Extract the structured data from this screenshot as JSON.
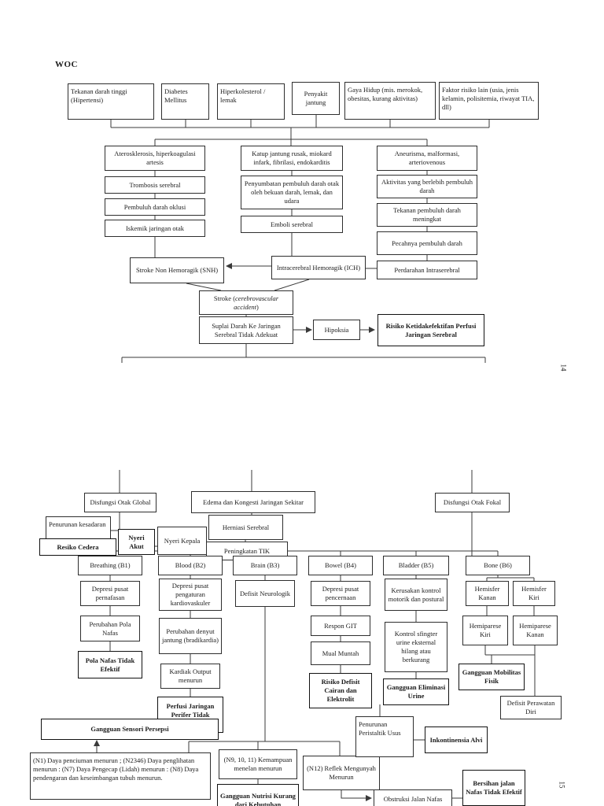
{
  "page1": {
    "title": "WOC",
    "page_number": "14",
    "boxes": {
      "hipertensi": "Tekanan darah tinggi (Hipertensi)",
      "diabetes": "Diabetes Mellitus",
      "hiperkolesterol": "Hiperkolesterol / lemak",
      "penyakit_jantung": "Penyakit jantung",
      "gaya_hidup": "Gaya Hidup (mis. merokok, obesitas, kurang aktivitas)",
      "faktor_risiko": "Faktor risiko lain (usia, jenis kelamin, polisitemia, riwayat TIA, dll)",
      "aterosklerosis": "Aterosklerosis, hiperkoagulasi artesis",
      "trombosis": "Trombosis serebral",
      "oklusi": "Pembuluh darah oklusi",
      "iskemik": "Iskemik jaringan otak",
      "katup": "Katup jantung rusak, miokard infark, fibrilasi, endokarditis",
      "penyumbatan": "Penyumbatan pembuluh darah otak oleh bekuan darah, lemak, dan udara",
      "emboli": "Emboli serebral",
      "aneurisma": "Aneurisma, malformasi, arteriovenous",
      "aktivitas": "Aktivitas yang berlebih pembuluh darah",
      "tekanan_meningkat": "Tekanan pembuluh darah meningkat",
      "pecahnya": "Pecahnya pembuluh darah",
      "perdarahan": "Perdarahan Intraserebral",
      "snh": "Stroke Non Hemoragik (SNH)",
      "ich": "Intracerebral Hemoragik (ICH)",
      "stroke_prefix": "Stroke (",
      "stroke_italic": "cerebrovascular accident",
      "stroke_suffix": ")",
      "suplai": "Suplai Darah Ke Jaringan Serebral Tidak Adekuat",
      "hipoksia": "Hipoksia",
      "risiko_perfusi": "Risiko Ketidakefektifan Perfusi Jaringan Serebral"
    }
  },
  "page2": {
    "page_number": "15",
    "boxes": {
      "disfungsi_global": "Disfungsi Otak Global",
      "edema": "Edema dan Kongesti Jaringan Sekitar",
      "disfungsi_fokal": "Disfungsi Otak Fokal",
      "penurunan_kesadaran": "Penurunan kesadaran",
      "resiko_cedera": "Resiko Cedera",
      "nyeri_akut": "Nyeri Akut",
      "nyeri_kepala": "Nyeri Kepala",
      "herniasi": "Herniasi Serebral",
      "peningkatan_tik": "Peningkatan TIK",
      "b1": "Breathing (B1)",
      "b2": "Blood (B2)",
      "b3": "Brain (B3)",
      "b4": "Bowel (B4)",
      "b5": "Bladder (B5)",
      "b6": "Bone (B6)",
      "depresi_pernafasan": "Depresi pusat pernafasan",
      "perubahan_pola_nafas": "Perubahan Pola Nafas",
      "pola_nafas_tidak_efektif": "Pola Nafas Tidak Efektif",
      "depresi_kardio": "Depresi pusat pengaturan kardiovaskuler",
      "perubahan_denyut": "Perubahan denyut jantung (bradikardia)",
      "kardiak_output": "Kardiak Output menurun",
      "perfusi_perifer": "Perfusi Jaringan Perifer Tidak Efektif",
      "defisit_neurologik": "Defisit Neurologik",
      "depresi_pencernaan": "Depresi pusat pencernaan",
      "respon_git": "Respon GIT",
      "mual_muntah": "Mual Muntah",
      "risiko_defisit_cairan": "Risiko Defisit Cairan dan Elektrolit",
      "kerusakan_kontrol": "Kerusakan kontrol motorik dan postural",
      "kontrol_sfingter": "Kontrol sfingter urine eksternal hilang atau berkurang",
      "gangguan_eliminasi": "Gangguan Eliminasi Urine",
      "hemisfer_kanan": "Hemisfer Kanan",
      "hemisfer_kiri": "Hemisfer Kiri",
      "hemiparese_kiri": "Hemiparese Kiri",
      "hemiparese_kanan": "Hemiparese Kanan",
      "gangguan_mobilitas": "Gangguan Mobilitas Fisik",
      "defisit_perawatan": "Defisit Perawatan Diri",
      "gangguan_sensori": "Gangguan Sensori Persepsi",
      "n1": "(N1) Daya penciuman menurun ; (N2346) Daya penglihatan menurun : (N7) Daya Pengecap (Lidah) menurun : (N8) Daya pendengaran dan keseimbangan tubuh menurun.",
      "n9": "(N9, 10, 11) Kemampuan menelan menurun",
      "gangguan_nutrisi": "Gangguan Nutrisi Kurang dari Kebutuhan",
      "n12": "(N12) Reflek Mengunyah Menurun",
      "penurunan_peristaltik": "Penurunan Peristaltik Usus",
      "inkontinensia": "Inkontinensia Alvi",
      "obstruksi": "Obstruksi Jalan Nafas",
      "bersihan": "Bersihan jalan Nafas Tidak Efektif"
    }
  }
}
